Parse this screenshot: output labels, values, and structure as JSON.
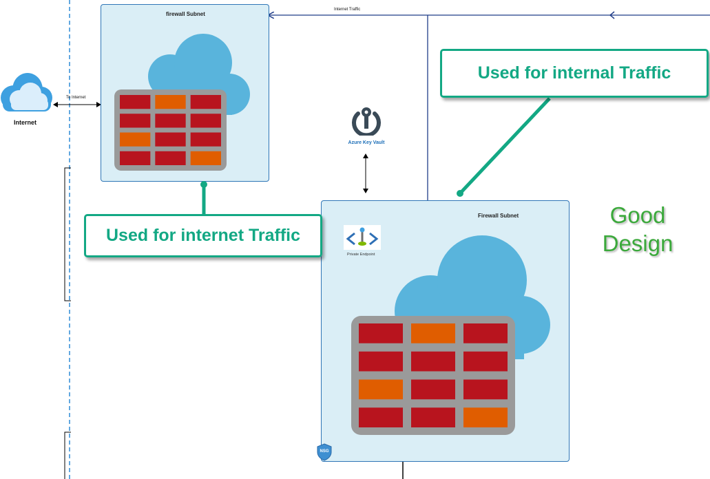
{
  "colors": {
    "accent": "#13a884",
    "subnet_border": "#2e75b6",
    "subnet_fill": "#daeef6",
    "brick_red": "#b8141e",
    "brick_orange": "#e05d00",
    "cloud": "#59b4dc",
    "good_design": "#3ba93b"
  },
  "internet": {
    "label": "Internet",
    "link_label": "To Internet"
  },
  "top_arrow": {
    "label": "Internet Traffic"
  },
  "subnet_left": {
    "title": "firewall Subnet"
  },
  "subnet_right": {
    "title": "Firewall Subnet",
    "endpoint_label": "Private Endpoint",
    "nsg_label": "NSG"
  },
  "key_vault": {
    "label": "Azure Key Vault"
  },
  "callouts": {
    "internet": "Used for internet Traffic",
    "internal": "Used for internal Traffic"
  },
  "verdict": {
    "line1": "Good",
    "line2": "Design"
  },
  "icons": [
    "cloud-icon",
    "firewall-icon",
    "key-vault-icon",
    "private-endpoint-icon",
    "nsg-shield-icon"
  ]
}
